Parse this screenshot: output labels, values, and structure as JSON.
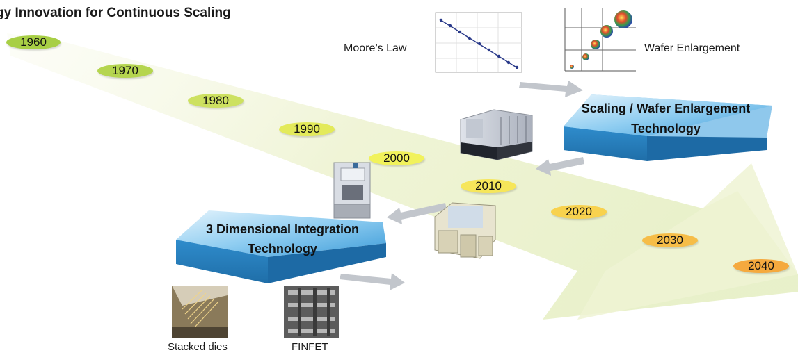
{
  "title": "gy Innovation for Continuous Scaling",
  "timeline": {
    "years": [
      "1960",
      "1970",
      "1980",
      "1990",
      "2000",
      "2010",
      "2020",
      "2030",
      "2040"
    ]
  },
  "labels": {
    "moores_law": "Moore’s Law",
    "wafer_enlargement": "Wafer Enlargement",
    "stacked_dies": "Stacked dies",
    "finfet": "FINFET"
  },
  "plates": {
    "scaling_line1": "Scaling / Wafer Enlargement",
    "scaling_line2": "Technology",
    "three_d_line1": "3 Dimensional Integration",
    "three_d_line2": "Technology"
  },
  "colors": {
    "plate": "#4aa8e0",
    "plate_light": "#c9e7f8",
    "green": "#a8cf45",
    "yellow": "#eef05a",
    "orange": "#f5a93e"
  }
}
